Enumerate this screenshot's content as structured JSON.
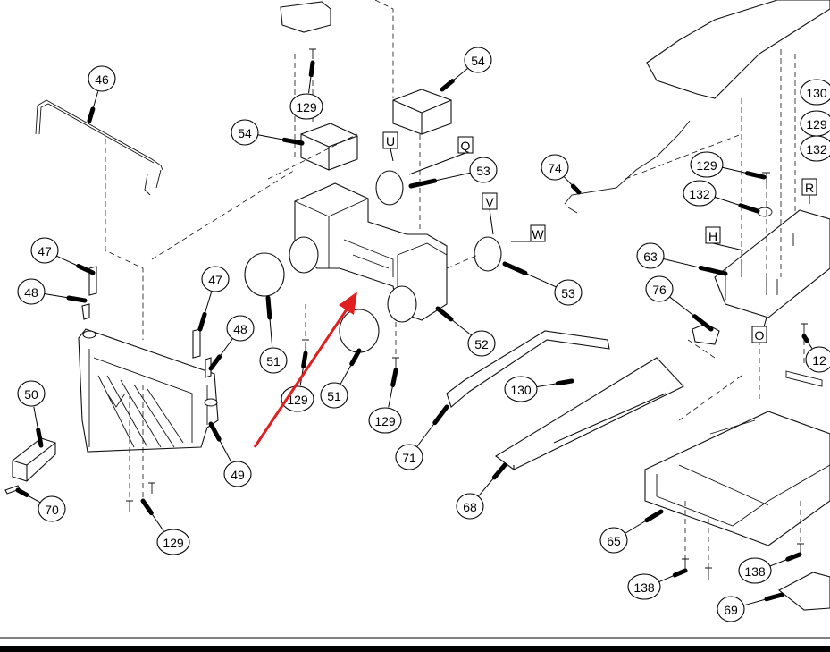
{
  "diagram": {
    "callouts": [
      "46",
      "54",
      "129",
      "54",
      "53",
      "74",
      "130",
      "129",
      "132",
      "129",
      "132",
      "47",
      "63",
      "48",
      "47",
      "53",
      "76",
      "48",
      "12",
      "51",
      "52",
      "130",
      "129",
      "51",
      "50",
      "129",
      "49",
      "71",
      "70",
      "68",
      "129",
      "65",
      "138",
      "138",
      "69"
    ],
    "letters": [
      "U",
      "Q",
      "R",
      "V",
      "W",
      "H",
      "O"
    ],
    "colors": {
      "arrow": "#e02020",
      "ink": "#000000"
    }
  }
}
